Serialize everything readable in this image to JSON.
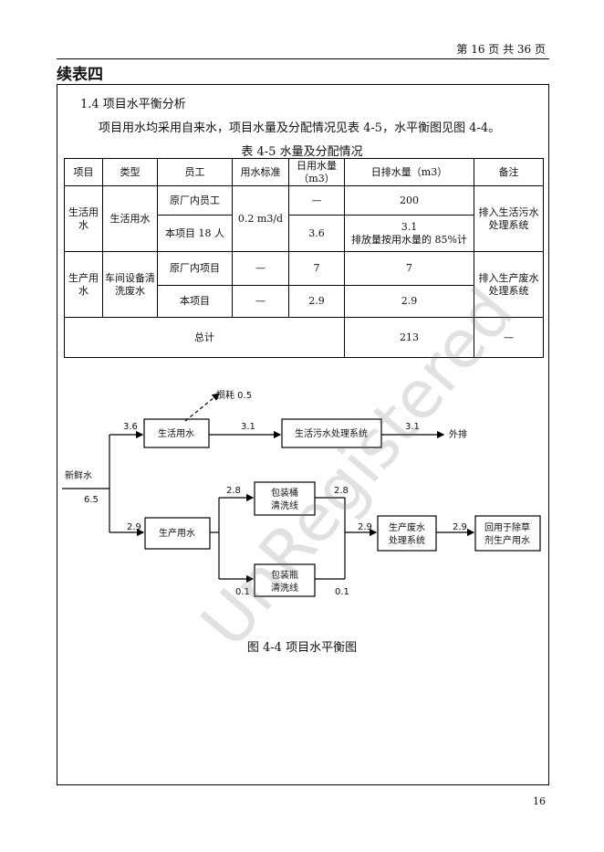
{
  "header": {
    "page_info": "第 16 页 共 36 页"
  },
  "title": "续表四",
  "section": "1.4  项目水平衡分析",
  "paragraph": "项目用水均采用自来水，项目水量及分配情况见表 4-5，水平衡图见图 4-4。",
  "table": {
    "caption": "表 4-5      水量及分配情况",
    "headers": [
      "项目",
      "类型",
      "员工",
      "用水标准",
      "日用水量",
      "日排水量",
      "备注"
    ],
    "unit": "（m3）",
    "rows": {
      "life_project": "生活用水",
      "life_type": "生活用水",
      "staff1": "原厂内员工",
      "standard": "0.2 m3/d",
      "use1": "—",
      "drain1": "200",
      "remark1": "排入生活污水处理系统",
      "staff2": "本项目 18 人",
      "use2": "3.6",
      "drain2a": "3.1",
      "drain2b": "排放量按用水量的 85%计",
      "prod_project": "生产用水",
      "prod_type": "车间设备清洗废水",
      "staff3": "原厂内项目",
      "std3": "—",
      "use3": "7",
      "drain3": "7",
      "remark2": "排入生产废水处理系统",
      "staff4": "本项目",
      "std4": "—",
      "use4": "2.9",
      "drain4": "2.9",
      "total_label": "总计",
      "total_value": "213",
      "total_remark": "—"
    }
  },
  "diagram": {
    "loss_label": "损耗 0.5",
    "fresh_label": "新鲜水",
    "fresh_value": "6.5",
    "life_in": "3.6",
    "life_box": "生活用水",
    "life_out": "3.1",
    "sewage_box": "生活污水处理系统",
    "sewage_out": "3.1",
    "discharge": "外排",
    "prod_in": "2.9",
    "prod_box": "生产用水",
    "bucket_in": "2.8",
    "bucket_box_1": "包装桶",
    "bucket_box_2": "清洗线",
    "bucket_out": "2.8",
    "bottle_in": "0.1",
    "bottle_box_1": "包装瓶",
    "bottle_box_2": "清洗线",
    "bottle_out": "0.1",
    "treat_in": "2.9",
    "treat_box_1": "生产废水",
    "treat_box_2": "处理系统",
    "reuse_in": "2.9",
    "reuse_box_1": "回用于除草",
    "reuse_box_2": "剂生产用水"
  },
  "figure_caption": "图 4-4      项目水平衡图",
  "page_number": "16",
  "watermark": "UnRegistered"
}
